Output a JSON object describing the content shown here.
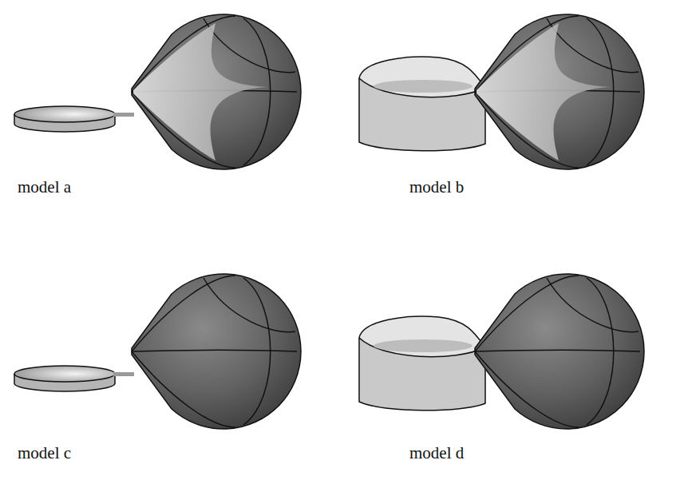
{
  "diagram": {
    "labels": [
      "model a",
      "model b",
      "model c",
      "model d"
    ]
  }
}
